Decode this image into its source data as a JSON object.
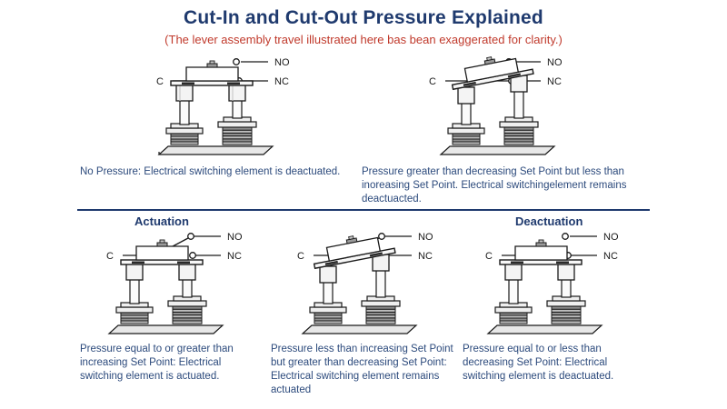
{
  "header": {
    "title": "Cut-In and Cut-Out Pressure Explained",
    "subtitle": "(The lever assembly travel illustrated here bas bean exaggerated for clarity.)"
  },
  "sections": {
    "actuation_label": "Actuation",
    "deactuation_label": "Deactuation"
  },
  "terminals": {
    "no": "NO",
    "nc": "NC",
    "c": "C"
  },
  "colors": {
    "title": "#1F3A6E",
    "subtitle": "#C0392B",
    "caption": "#2C4A7C",
    "divider": "#1F3A6E",
    "line": "#1a1a1a",
    "metal_light": "#f2f2f2",
    "metal_mid": "#c9c9c9",
    "metal_dark": "#8a8a8a"
  },
  "cells": [
    {
      "id": "no-pressure",
      "state": "deactuated",
      "lever": "level",
      "contact": "c-to-nc",
      "caption": "No Pressure: Electrical switching element is deactuated."
    },
    {
      "id": "between-set-points-rising",
      "state": "deactuated",
      "lever": "tilted",
      "contact": "c-to-nc",
      "caption": "Pressure greater than decreasing Set Point but less than inoreasing Set Point. Electrical switchingelement remains deactuacted."
    },
    {
      "id": "actuation",
      "state": "actuated",
      "lever": "level",
      "contact": "c-to-no",
      "caption": "Pressure equal to or greater than increasing Set Point: Electrical switching element is actuated."
    },
    {
      "id": "between-set-points-falling",
      "state": "actuated",
      "lever": "tilted",
      "contact": "c-to-no",
      "caption": "Pressure less than increasing Set Point but greater than decreasing Set Point: Electrical switching element remains actuated"
    },
    {
      "id": "deactuation",
      "state": "deactuated",
      "lever": "level",
      "contact": "c-to-nc",
      "caption": "Pressure equal to or less than decreasing Set Point: Electrical switching element is deactuated."
    }
  ]
}
